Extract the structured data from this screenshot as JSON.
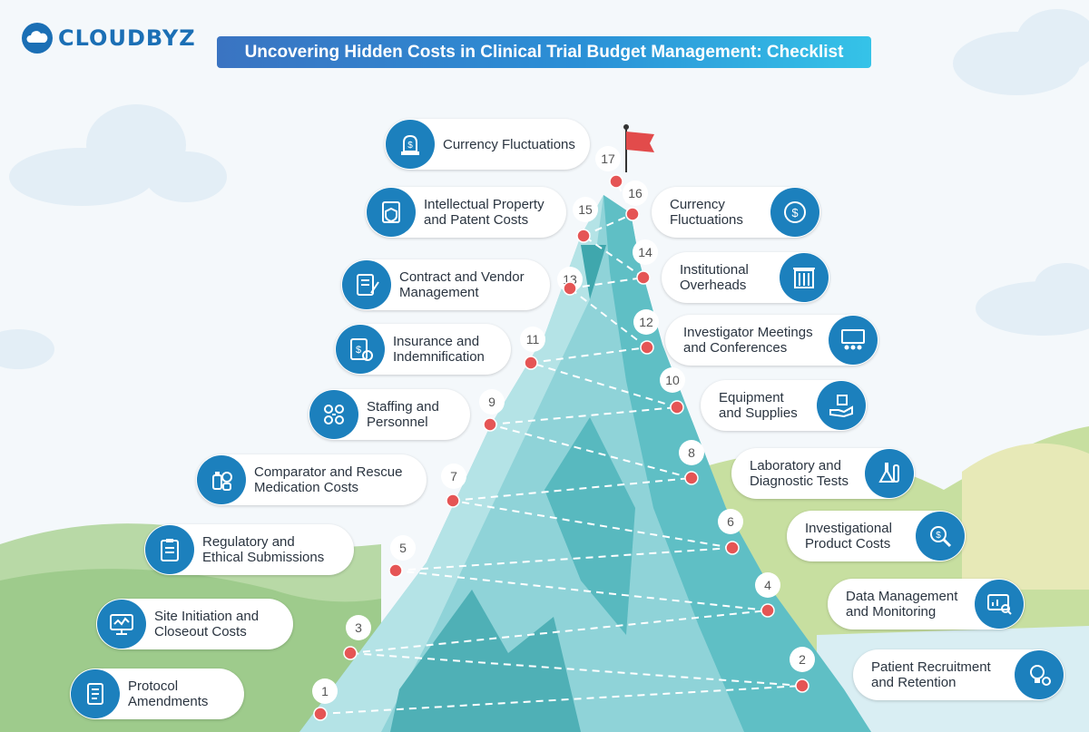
{
  "brand": {
    "name": "CLOUDBYZ"
  },
  "title": "Uncovering Hidden Costs in Clinical Trial Budget Management: Checklist",
  "colors": {
    "accent": "#1c80bd",
    "dot": "#e55555",
    "mountain": "#8fd3d8"
  },
  "steps": [
    {
      "num": "1",
      "label": "Protocol\nAmendments",
      "icon": "document-icon",
      "side": "left"
    },
    {
      "num": "2",
      "label": "Patient Recruitment\nand Retention",
      "icon": "lightbulb-gear-icon",
      "side": "right"
    },
    {
      "num": "3",
      "label": "Site Initiation and\nCloseout Costs",
      "icon": "monitor-icon",
      "side": "left"
    },
    {
      "num": "4",
      "label": "Data Management\nand Monitoring",
      "icon": "analytics-icon",
      "side": "right"
    },
    {
      "num": "5",
      "label": "Regulatory and\nEthical Submissions",
      "icon": "clipboard-icon",
      "side": "left"
    },
    {
      "num": "6",
      "label": "Investigational\nProduct Costs",
      "icon": "search-gear-icon",
      "side": "right"
    },
    {
      "num": "7",
      "label": "Comparator and Rescue\nMedication Costs",
      "icon": "medication-icon",
      "side": "left"
    },
    {
      "num": "8",
      "label": "Laboratory and\nDiagnostic Tests",
      "icon": "flask-icon",
      "side": "right"
    },
    {
      "num": "9",
      "label": "Staffing and\nPersonnel",
      "icon": "people-network-icon",
      "side": "left"
    },
    {
      "num": "10",
      "label": "Equipment\nand Supplies",
      "icon": "hand-box-icon",
      "side": "right"
    },
    {
      "num": "11",
      "label": "Insurance and\nIndemnification",
      "icon": "insurance-doc-icon",
      "side": "left"
    },
    {
      "num": "12",
      "label": "Investigator Meetings\nand Conferences",
      "icon": "meeting-icon",
      "side": "right"
    },
    {
      "num": "13",
      "label": "Contract and Vendor\nManagement",
      "icon": "contract-icon",
      "side": "left"
    },
    {
      "num": "14",
      "label": "Institutional\nOverheads",
      "icon": "building-icon",
      "side": "right"
    },
    {
      "num": "15",
      "label": "Intellectual Property\nand Patent Costs",
      "icon": "patent-icon",
      "side": "left"
    },
    {
      "num": "16",
      "label": "Currency\nFluctuations",
      "icon": "currency-exchange-icon",
      "side": "right"
    },
    {
      "num": "17",
      "label": "Currency Fluctuations",
      "icon": "money-bell-icon",
      "side": "left"
    }
  ]
}
